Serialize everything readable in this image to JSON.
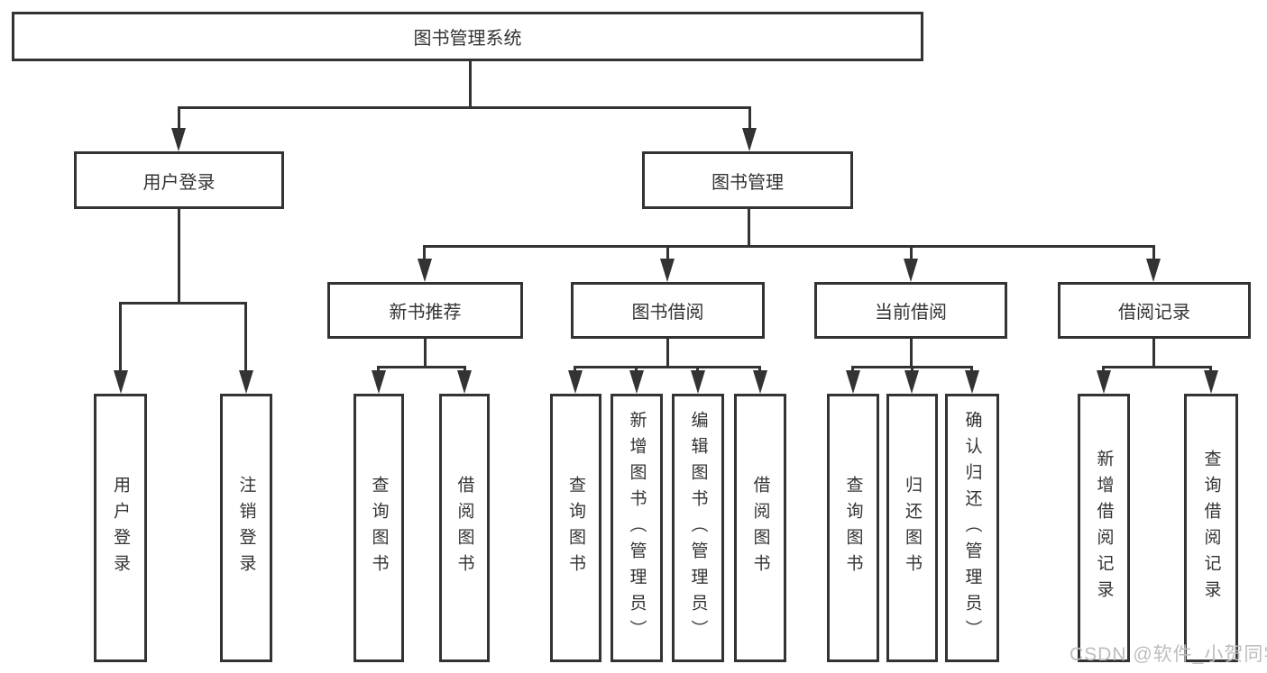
{
  "diagram": {
    "root": {
      "label": "图书管理系统"
    },
    "branches": [
      {
        "label": "用户登录"
      },
      {
        "label": "图书管理"
      }
    ],
    "modules": [
      {
        "label": "新书推荐"
      },
      {
        "label": "图书借阅"
      },
      {
        "label": "当前借阅"
      },
      {
        "label": "借阅记录"
      }
    ],
    "leaves": [
      {
        "label": "用户登录"
      },
      {
        "label": "注销登录"
      },
      {
        "label": "查询图书"
      },
      {
        "label": "借阅图书"
      },
      {
        "label": "查询图书"
      },
      {
        "label": "新增图书（管理员）"
      },
      {
        "label": "编辑图书（管理员）"
      },
      {
        "label": "借阅图书"
      },
      {
        "label": "查询图书"
      },
      {
        "label": "归还图书"
      },
      {
        "label": "确认归还（管理员）"
      },
      {
        "label": "新增借阅记录"
      },
      {
        "label": "查询借阅记录"
      }
    ],
    "line_color": "#333333",
    "box_background": "#ffffff"
  },
  "watermark": {
    "text": "CSDN @软件_小贺同学",
    "color": "#bdbdbd"
  }
}
